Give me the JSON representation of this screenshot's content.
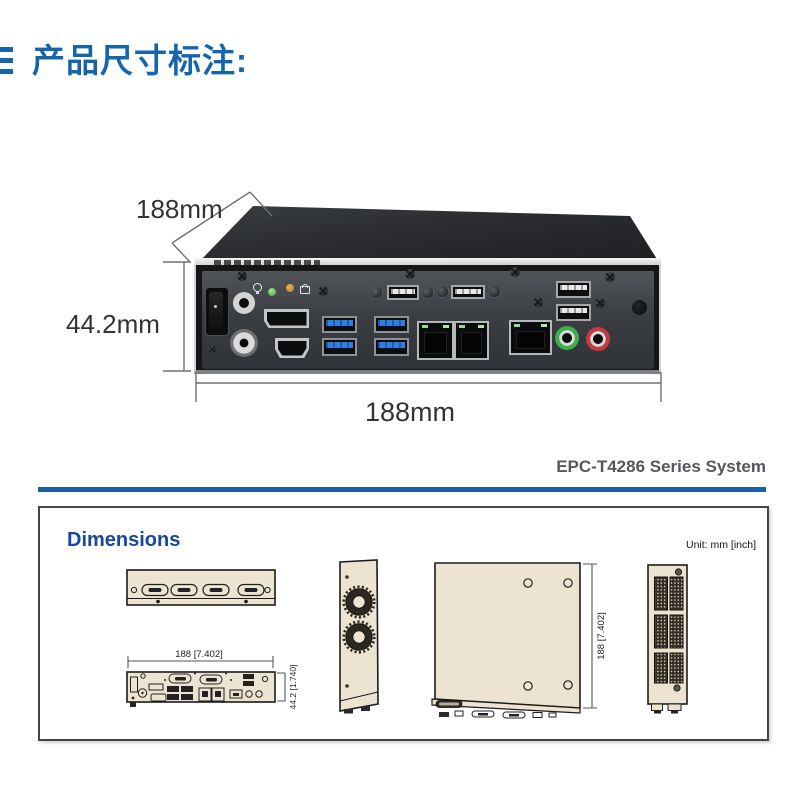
{
  "page": {
    "title": "产品尺寸标注:"
  },
  "photo": {
    "depth_label": "188mm",
    "height_label": "44.2mm",
    "width_label": "188mm"
  },
  "series_label": "EPC-T4286 Series System",
  "dimensions_panel": {
    "heading": "Dimensions",
    "unit_note": "Unit: mm [inch]",
    "front_width_label": "188 [7.402]",
    "front_height_label": "44.2 [1.740]",
    "top_depth_label": "188 [7.402]"
  },
  "colors": {
    "title_blue": "#1565ad",
    "divider_blue": "#1c5fa8",
    "heading_blue": "#17479e",
    "drawing_fill": "#ece4d0",
    "usb3_blue": "#2f7fe0"
  }
}
